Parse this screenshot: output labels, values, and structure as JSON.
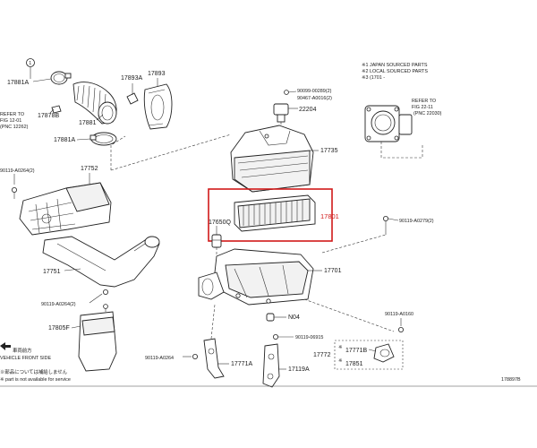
{
  "notes": {
    "n1": "※1 JAPAN SOURCED PARTS",
    "n2": "※2 LOCAL SOURCED PARTS",
    "n3": "※3 (1701 -",
    "refer_right_1": "REFER TO",
    "refer_right_2": "FIG 22-11",
    "refer_right_3": "(PNC 22030)",
    "refer_left_1": "REFER TO",
    "refer_left_2": "FIG 12-01",
    "refer_left_3": "(PNC 12262)"
  },
  "callouts": {
    "c_17881A_top": "17881A",
    "c_17893": "17893",
    "c_17893A": "17893A",
    "c_17878B": "17878B",
    "c_17881": "17881",
    "c_17881A_bot": "17881A",
    "c_90099": "90099-00289(2)",
    "c_90467": "90467-A0016(2)",
    "c_22204": "22204",
    "c_17735": "17735",
    "c_17752": "17752",
    "c_90119_A0264_2_top": "90119-A0264(2)",
    "c_17801": "17801",
    "c_17650Q": "17650Q",
    "c_90119_A0279": "90119-A0279(2)",
    "c_17751": "17751",
    "c_17701": "17701",
    "c_90119_A0264_2_mid": "90119-A0264(2)",
    "c_17805F": "17805F",
    "c_N04": "N04",
    "c_90119_A0160": "90119-A0160",
    "c_90119_06915": "90119-06915",
    "c_17772": "17772",
    "c_17771B": "17771B",
    "c_17851": "17851",
    "c_90119_A0264_bot": "90119-A0264",
    "c_17771A": "17771A",
    "c_17119A": "17119A",
    "c_circle1": "1"
  },
  "legend": {
    "line1": "車両前方",
    "line2": "VEHICLE FRONT SIDE",
    "line3": "※部品については補給しません",
    "line4": "※ part is not available for service"
  },
  "figure_id": "178897B",
  "highlight_color": "#d11919"
}
